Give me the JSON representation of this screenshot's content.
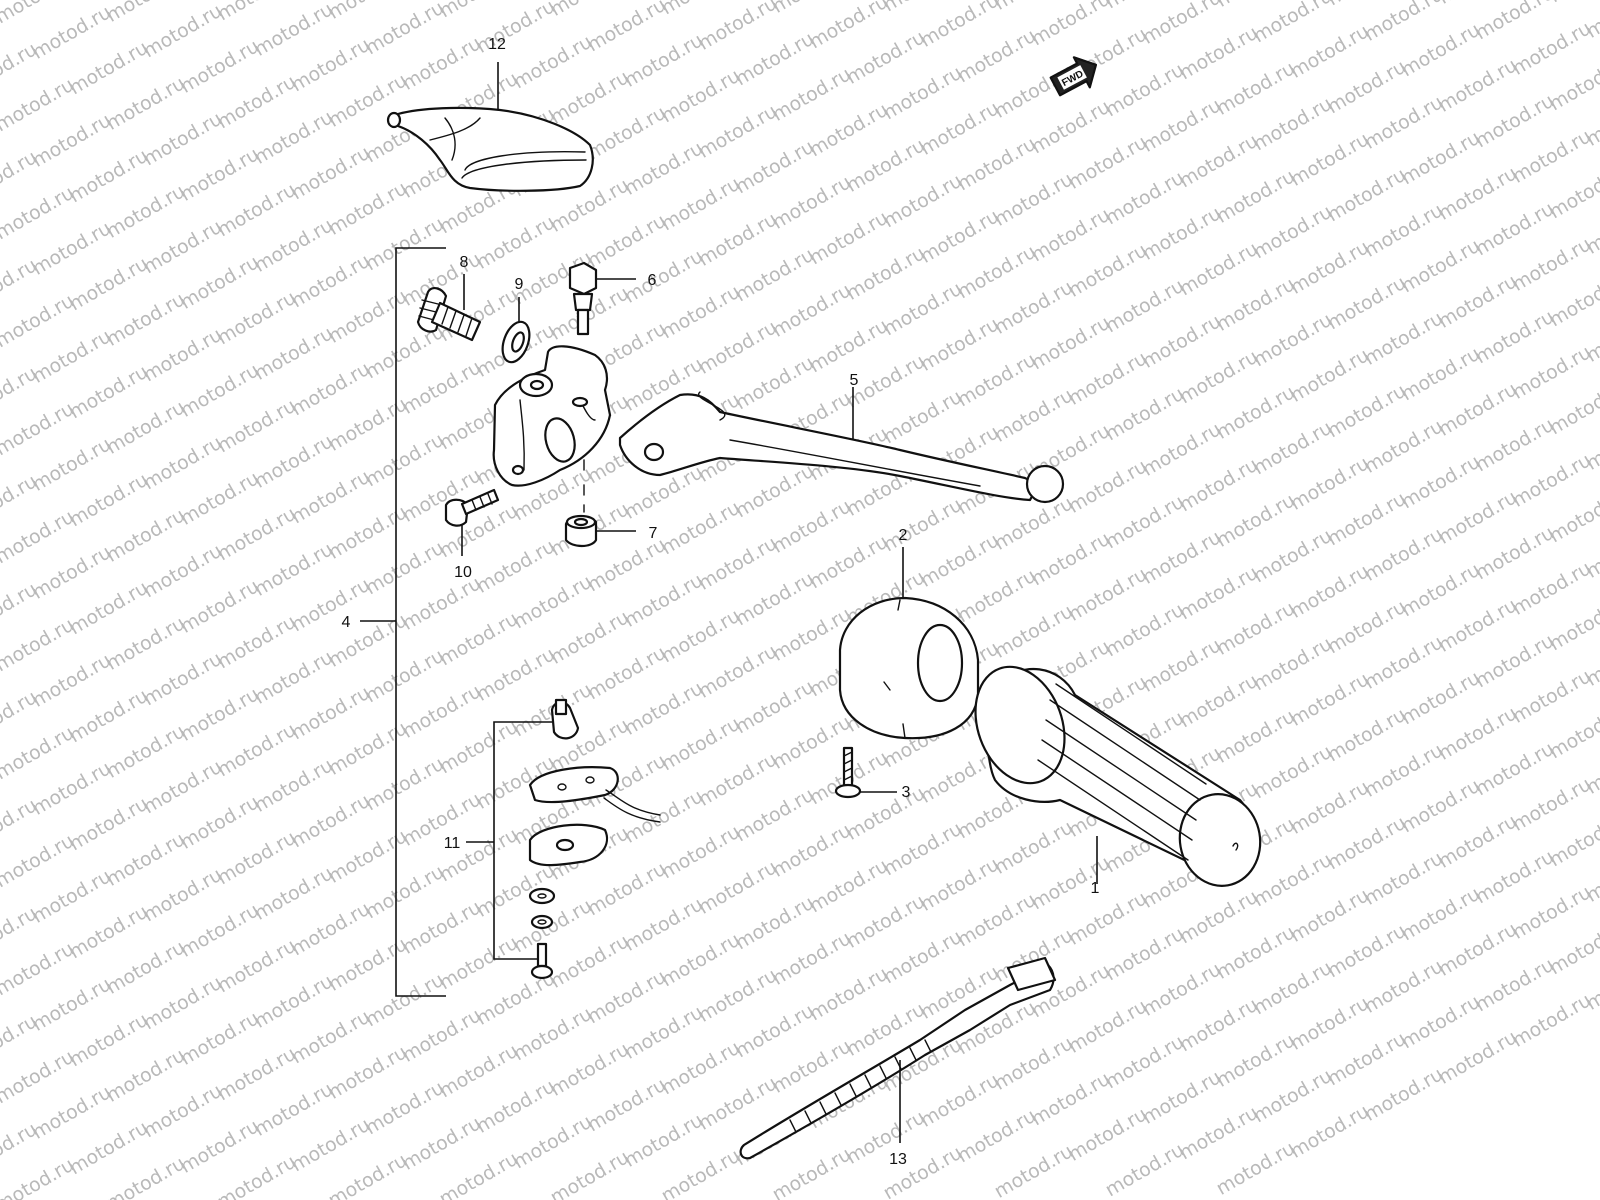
{
  "watermark": {
    "text": "motod.ru",
    "color": "#b9b9b9"
  },
  "direction_badge": {
    "text": "FWD"
  },
  "callouts": [
    {
      "id": "1",
      "label": "1"
    },
    {
      "id": "2",
      "label": "2"
    },
    {
      "id": "3",
      "label": "3"
    },
    {
      "id": "4",
      "label": "4"
    },
    {
      "id": "5",
      "label": "5"
    },
    {
      "id": "6",
      "label": "6"
    },
    {
      "id": "7",
      "label": "7"
    },
    {
      "id": "8",
      "label": "8"
    },
    {
      "id": "9",
      "label": "9"
    },
    {
      "id": "10",
      "label": "10"
    },
    {
      "id": "11",
      "label": "11"
    },
    {
      "id": "12",
      "label": "12"
    },
    {
      "id": "13",
      "label": "13"
    }
  ]
}
